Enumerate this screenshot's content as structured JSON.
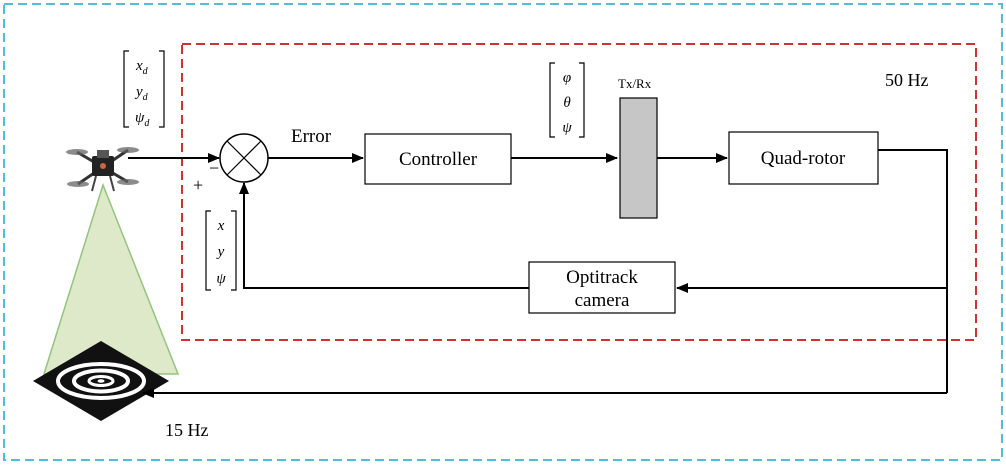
{
  "colors": {
    "outer_border": "#55bcd6",
    "inner_border": "#cc3333",
    "line": "#000000",
    "txrx_fill": "#c6c6c6",
    "cone_fill": "#dde9c9",
    "cone_stroke": "#93c47d"
  },
  "icons": {
    "drone": "quadrotor-drone-icon",
    "target": "landing-target-icon"
  },
  "reference": {
    "x": "x",
    "x_sub": "d",
    "y": "y",
    "y_sub": "d",
    "psi": "ψ",
    "psi_sub": "d"
  },
  "attitude": {
    "phi": "φ",
    "theta": "θ",
    "psi": "ψ"
  },
  "feedback": {
    "x": "x",
    "y": "y",
    "psi": "ψ"
  },
  "signs": {
    "plus": "+",
    "minus": "−"
  },
  "labels": {
    "error": "Error",
    "controller": "Controller",
    "txrx": "Tx/Rx",
    "quad_rotor": "Quad-rotor",
    "optitrack_line1": "Optitrack",
    "optitrack_line2": "camera",
    "rate_inner": "50 Hz",
    "rate_outer": "15 Hz"
  }
}
